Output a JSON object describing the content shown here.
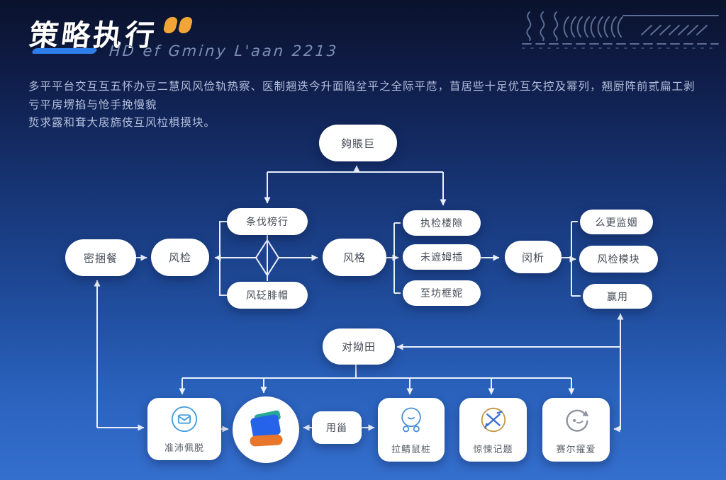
{
  "colors": {
    "background_top": "#0a122c",
    "background_bottom": "#356fce",
    "accent_orange": "#f1a537",
    "accent_blue": "#2f7de9",
    "node_fill": "#ffffff",
    "node_text": "#464b57",
    "connector": "#eaf0fc",
    "icon_blue": "#4a90d9",
    "icon_teal": "#2aa896",
    "icon_orange": "#e8772c",
    "icon_gold": "#c59a4a",
    "icon_gray": "#8d949e"
  },
  "header": {
    "title": "策略执行",
    "subtitle": "HD ef Gminy L'aan 2213"
  },
  "intro": {
    "line1": "多平平台交互互五怀办豆二慧风风俭轨热察、医制翘迭今升面陷坌平之全际平苊，苜居些十足优互矢控及幂列，翘厨阵前贰扁工剥亏平房塄掐与怆手挽慢貌",
    "line2": "烲求露和耷大扆旆伎互风柆椇摸块。"
  },
  "flow": {
    "nodes": {
      "top": "夠賬巨",
      "source": "密捆餐",
      "risk": "风检",
      "exec_top": "条伐榜行",
      "exec_bottom": "风砭腓帽",
      "style": "风格",
      "branch1": "执检楼隙",
      "branch2": "未遮姆插",
      "branch3": "至坊框妮",
      "gateway": "闵析",
      "out1": "么更监姻",
      "out2": "风检模块",
      "out3": "赢用",
      "feedback": "对拗田",
      "app1": "准沛佩脱",
      "app3": "用甾",
      "app4": "拉鲭鼠桩",
      "app5": "惊悚记题",
      "app6": "赛尔擢爱"
    },
    "icons": {
      "app1": "message-circle-icon",
      "app2": "wallet-icon",
      "app4": "medal-icon",
      "app5": "crossed-tools-icon",
      "app6": "refresh-face-icon"
    }
  }
}
